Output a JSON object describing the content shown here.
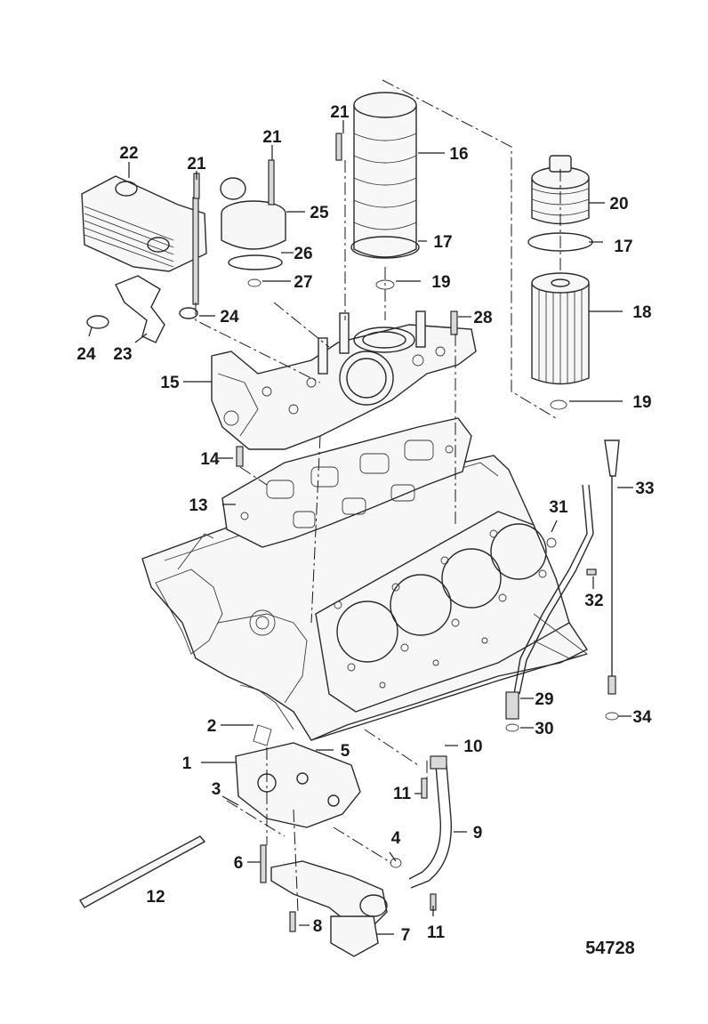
{
  "callouts": {
    "c1": "1",
    "c2": "2",
    "c3": "3",
    "c4": "4",
    "c5": "5",
    "c6": "6",
    "c7": "7",
    "c8": "8",
    "c9": "9",
    "c10": "10",
    "c11a": "11",
    "c11b": "11",
    "c12": "12",
    "c13": "13",
    "c14": "14",
    "c15": "15",
    "c16": "16",
    "c17a": "17",
    "c17b": "17",
    "c18": "18",
    "c19a": "19",
    "c19b": "19",
    "c20": "20",
    "c21a": "21",
    "c21b": "21",
    "c21c": "21",
    "c22": "22",
    "c23": "23",
    "c24a": "24",
    "c24b": "24",
    "c25": "25",
    "c26": "26",
    "c27": "27",
    "c28": "28",
    "c29": "29",
    "c30": "30",
    "c31": "31",
    "c32": "32",
    "c33": "33",
    "c34": "34"
  },
  "drawing_id": "54728"
}
